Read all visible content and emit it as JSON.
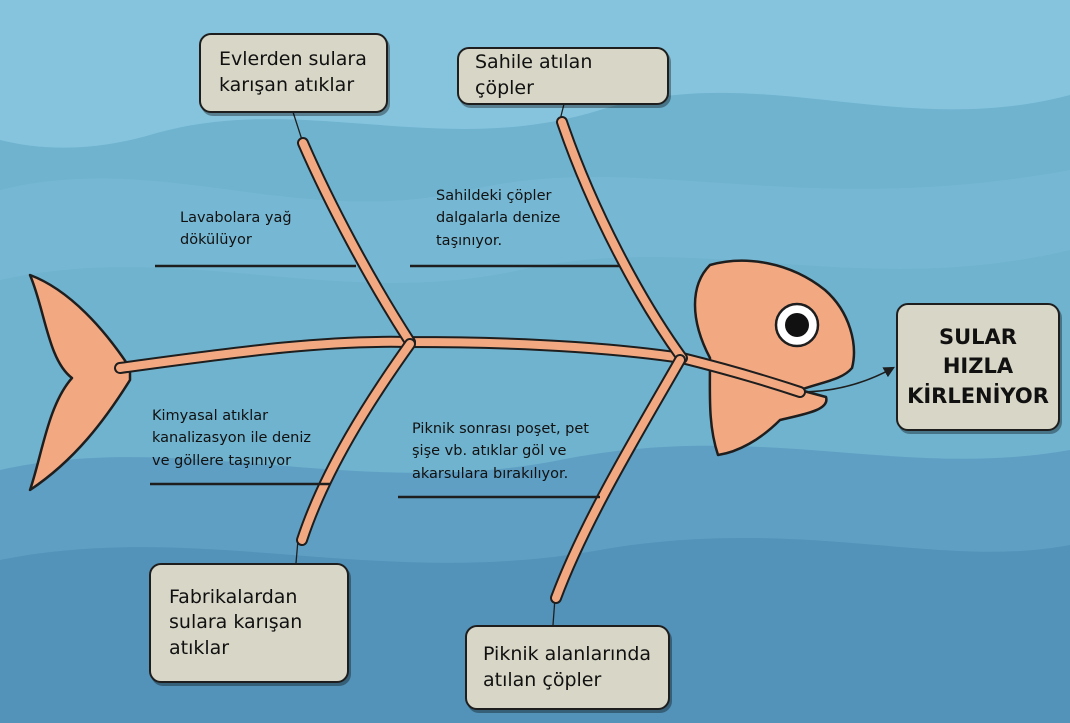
{
  "colors": {
    "water_light": "#86c4dd",
    "water_dark": "#5a9ec0",
    "fish_body": "#f2a982",
    "box_fill": "#d8d6c6",
    "outline": "#1e1e1e"
  },
  "causes": {
    "top_left": {
      "label_line1": "Evlerden sulara",
      "label_line2": "karışan atıklar"
    },
    "top_right": {
      "label": "Sahile atılan çöpler"
    },
    "bottom_left": {
      "label_line1": "Fabrikalardan",
      "label_line2": "sulara karışan",
      "label_line3": "atıklar"
    },
    "bottom_right": {
      "label_line1": "Piknik alanlarında",
      "label_line2": "atılan çöpler"
    }
  },
  "sub_causes": {
    "top_left": "Lavabolara yağ\ndökülüyor",
    "top_right": "Sahildeki çöpler\ndalgalarla denize\ntaşınıyor.",
    "bottom_left": "Kimyasal atıklar\nkanalizasyon ile deniz\nve göllere taşınıyor",
    "bottom_right": "Piknik sonrası poşet, pet\nşişe vb. atıklar göl ve\nakarsulara bırakılıyor."
  },
  "effect": {
    "line1": "SULAR",
    "line2": "HIZLA",
    "line3": "KİRLENİYOR"
  }
}
